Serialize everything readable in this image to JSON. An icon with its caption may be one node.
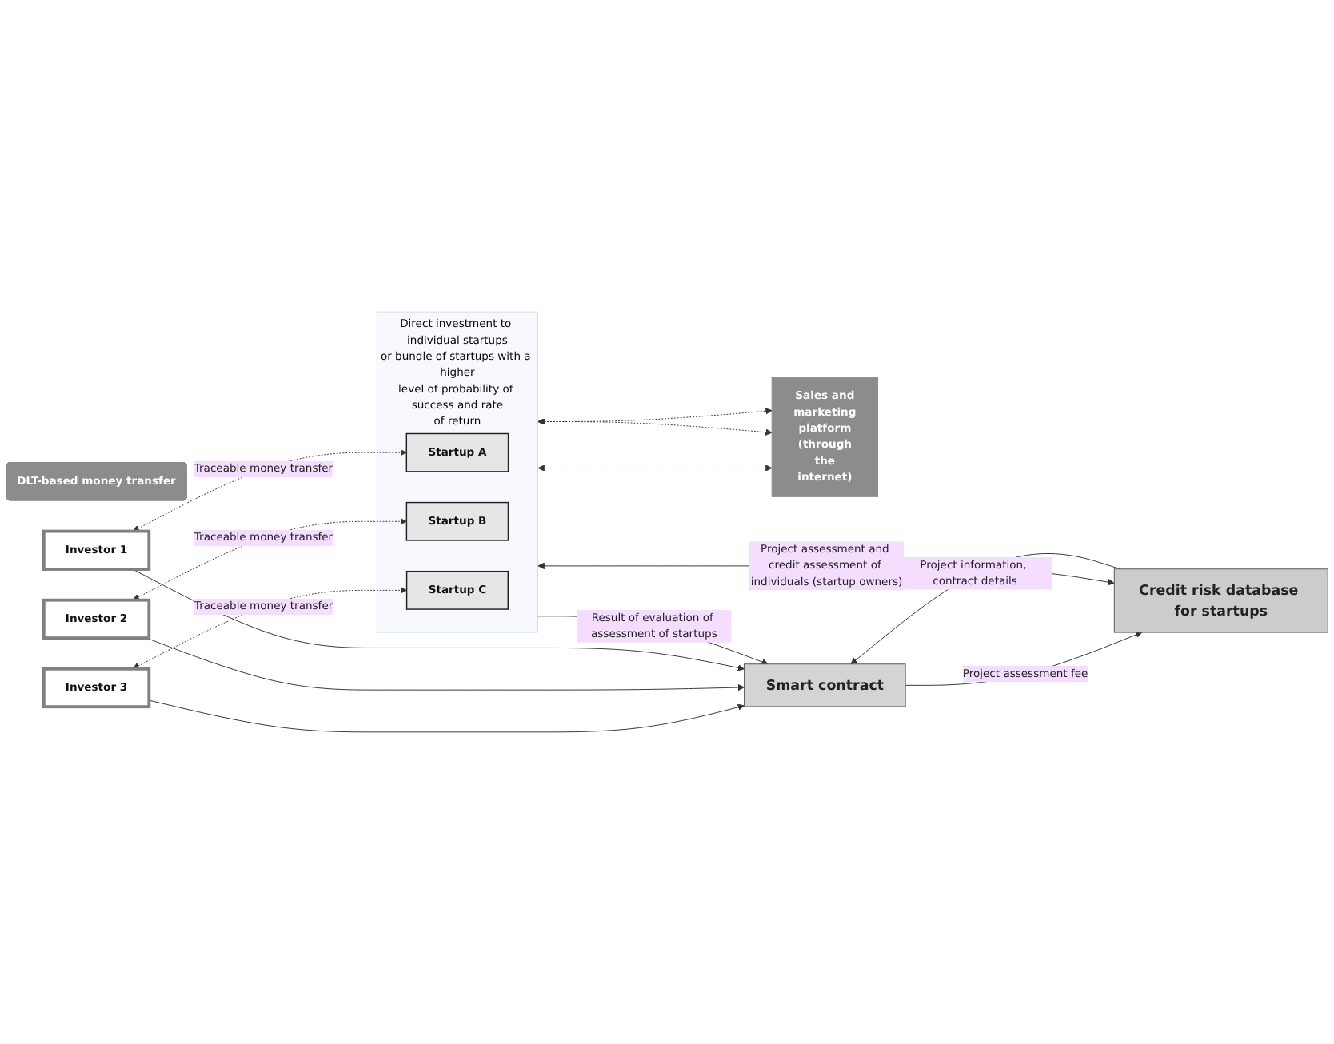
{
  "diagram": {
    "nodes": [
      {
        "text": [
          "DLT-based money transfer"
        ]
      },
      {
        "text": [
          "Investor 1"
        ]
      },
      {
        "text": [
          "Investor 2"
        ]
      },
      {
        "text": [
          "Investor 3"
        ]
      },
      {
        "text": [
          "Direct investment to individual startups or bundle of startups with a higher level of probability of success and rate of return"
        ]
      },
      {
        "text": [
          "Startup A"
        ],
        "in": 4
      },
      {
        "text": [
          "Startup B"
        ],
        "in": 4
      },
      {
        "text": [
          "Startup C"
        ],
        "in": 4
      },
      {
        "text": [
          "Sales and marketing platform",
          "(through the internet)"
        ]
      },
      {
        "text": [
          "Smart contract"
        ]
      },
      {
        "text": [
          "Credit risk database for startups"
        ]
      }
    ],
    "edges": [
      {
        "from": 1,
        "to": 5,
        "arrow": "both",
        "style": "dashed",
        "label": "Traceable money transfer"
      },
      {
        "from": 2,
        "to": 6,
        "arrow": "both",
        "style": "dashed",
        "label": "Traceable money transfer"
      },
      {
        "from": 3,
        "to": 7,
        "arrow": "both",
        "style": "dashed",
        "label": "Traceable money transfer"
      },
      {
        "from": 4,
        "to": 8,
        "arrow": "both",
        "style": "dashed"
      },
      {
        "from": 4,
        "to": 8,
        "arrow": "both",
        "style": "dashed"
      },
      {
        "from": 4,
        "to": 8,
        "arrow": "both",
        "style": "dashed"
      },
      {
        "from": 3,
        "to": 9,
        "arrow": "to"
      },
      {
        "from": 2,
        "to": 9,
        "arrow": "to"
      },
      {
        "from": 1,
        "to": 9,
        "arrow": "to"
      },
      {
        "from": 4,
        "to": 9,
        "arrow": "to",
        "label": "Result of evaluation of assessment of startups"
      },
      {
        "from": 10,
        "to": 9,
        "arrow": "to",
        "label": "Project information, contract details"
      },
      {
        "from": 9,
        "to": 10,
        "arrow": "to",
        "label": "Project assessment fee"
      },
      {
        "from": 4,
        "to": 10,
        "arrow": "both",
        "label": "Project assessment and credit assessment of individuals (startup owners)"
      }
    ]
  }
}
